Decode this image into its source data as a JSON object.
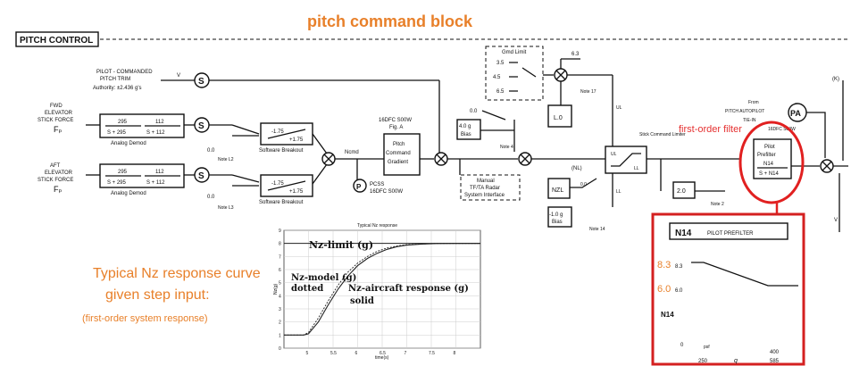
{
  "title": "pitch command block",
  "diagram": {
    "header_label": "PITCH CONTROL",
    "pitch_trim": {
      "line1": "PILOT - COMMANDED",
      "line2": "PITCH TRIM",
      "line3": "Authority: ±2.436 g's",
      "signal": "V"
    },
    "fwd_stick": {
      "line1": "FWD",
      "line2": "ELEVATOR",
      "line3": "STICK FORCE",
      "symbol": "Fₚ",
      "tf1": "295",
      "tf1_den": "S + 295",
      "tf2": "112",
      "tf2_den": "S + 112",
      "caption": "Analog Demod"
    },
    "aft_stick": {
      "line1": "AFT",
      "line2": "ELEVATOR",
      "line3": "STICK FORCE",
      "symbol": "Fₚ",
      "tf1": "295",
      "tf1_den": "S + 295",
      "tf2": "112",
      "tf2_den": "S + 112",
      "caption": "Analog Demod"
    },
    "breakout_top": {
      "caption": "Software Breakout",
      "v1": "-1.75",
      "v2": "+1.75",
      "note": "Note L2",
      "gain": "0.0"
    },
    "breakout_bot": {
      "caption": "Software Breakout",
      "v1": "-1.75",
      "v2": "+1.75",
      "note": "Note L3",
      "gain": "0.0"
    },
    "sum_label": "Ncmd",
    "gradient": {
      "ref1": "16DFC S00W",
      "ref2": "Fig. A",
      "line1": "Pitch",
      "line2": "Command",
      "line3": "Gradient"
    },
    "pcss": {
      "symbol": "P",
      "line1": "PCSS",
      "line2": "16DFC S00W"
    },
    "bias": {
      "value": "0.0",
      "box1": "4.0 g",
      "box2": "Bias",
      "note": "Note 4"
    },
    "manual": {
      "line1": "Manual",
      "line2": "TF/TA Radar",
      "line3": "System Interface"
    },
    "gmd_limit": {
      "title": "Gmd Limit",
      "v1": "3.5",
      "v2": "4.5",
      "v3": "6.5",
      "note": "Note 17",
      "box": "L.0",
      "gain": "6.3"
    },
    "limiter": {
      "upper": "UL",
      "lower": "LL",
      "note": "Stick Command Limiter",
      "side_ul": "UL",
      "side_ll": "LL"
    },
    "nzl_box": {
      "symbol": "NZL",
      "b1": "0.0",
      "b2": "Bias",
      "b3": "-1.0 g",
      "note": "Note 14",
      "n": "(NL)"
    },
    "note2": {
      "box": "2.0",
      "note": "Note 2"
    },
    "autopilot": {
      "line1": "From",
      "line2": "PITCH AUTOPILOT",
      "line3": "TIE-IN",
      "ref": "16DFC S00W",
      "symbol": "PA"
    },
    "prefilter": {
      "line1": "Pilot",
      "line2": "Prefilter",
      "code": "N14",
      "den": "S + N14"
    },
    "right_edge": "(K)",
    "right_edge_v": "V"
  },
  "annotations": {
    "filter_label": "first-order filter",
    "nz_caption_line1": "Typical Nz response curve",
    "nz_caption_line2": "given step input:",
    "nz_caption_line3": "(first-order system response)"
  },
  "inset": {
    "code": "N14",
    "title": "PILOT PREFILTER",
    "y1_colored": "8.3",
    "y1_orig": "8.3",
    "y2_colored": "6.0",
    "y2_orig": "6.0",
    "var": "N14",
    "x1": "250",
    "x2": "400",
    "x3": "585",
    "q": "q",
    "xa": "0",
    "x_unit": "psf"
  },
  "chart_data": {
    "type": "line",
    "title": "Typical Nz response",
    "xlabel": "time(s)",
    "ylabel": "Nz(g)",
    "xlim": [
      4.5,
      8.5
    ],
    "ylim": [
      0,
      9
    ],
    "x_ticks": [
      "5",
      "5.5",
      "6",
      "6.5",
      "7",
      "7.5",
      "8"
    ],
    "y_ticks": [
      "0",
      "1",
      "2",
      "3",
      "4",
      "5",
      "6",
      "7",
      "8",
      "9"
    ],
    "limit": {
      "label": "Nz-limit (g)",
      "value": 8
    },
    "series": [
      {
        "name": "Nz-model (g)",
        "style_note": "dotted",
        "x": [
          4.5,
          4.9,
          5.0,
          5.2,
          5.4,
          5.6,
          5.8,
          6.0,
          6.2,
          6.4,
          6.6,
          6.8,
          7.0,
          7.3,
          7.6,
          8.0,
          8.5
        ],
        "y": [
          1.0,
          1.0,
          1.2,
          2.3,
          3.6,
          4.8,
          5.8,
          6.5,
          7.0,
          7.4,
          7.65,
          7.8,
          7.9,
          7.96,
          8.0,
          8.0,
          8.0
        ]
      },
      {
        "name": "Nz-aircraft response (g)",
        "style_note": "solid",
        "x": [
          4.5,
          4.9,
          5.0,
          5.2,
          5.4,
          5.6,
          5.8,
          6.0,
          6.2,
          6.4,
          6.6,
          6.8,
          7.0,
          7.3,
          7.6,
          8.0,
          8.5
        ],
        "y": [
          1.0,
          1.0,
          1.1,
          2.0,
          3.3,
          4.5,
          5.5,
          6.3,
          6.85,
          7.25,
          7.55,
          7.75,
          7.87,
          7.95,
          7.99,
          8.0,
          8.0
        ]
      }
    ]
  }
}
